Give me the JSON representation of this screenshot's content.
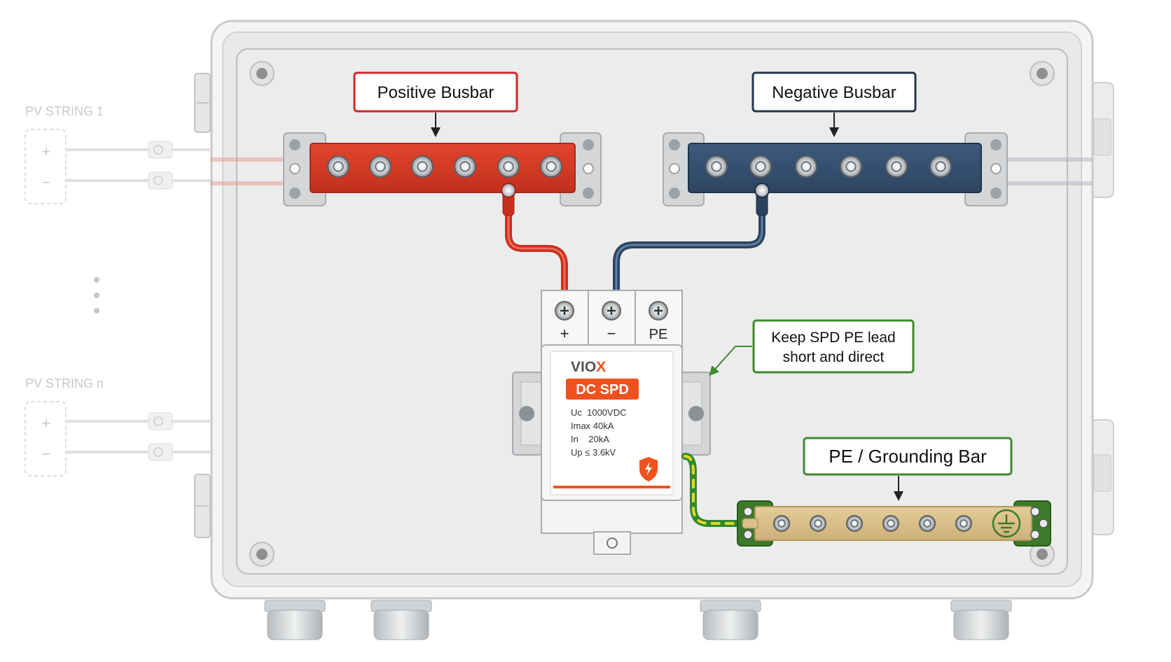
{
  "pv_strings": [
    {
      "label": "PV STRING 1",
      "plus": "+",
      "minus": "−"
    },
    {
      "label": "PV STRING n",
      "plus": "+",
      "minus": "−"
    }
  ],
  "callouts": {
    "positive_busbar": "Positive Busbar",
    "negative_busbar": "Negative Busbar",
    "pe_note_line1": "Keep SPD PE lead",
    "pe_note_line2": "short and direct",
    "ground_bar": "PE / Grounding Bar"
  },
  "spd": {
    "terminal_plus": "+",
    "terminal_minus": "−",
    "terminal_pe": "PE",
    "brand": "VIO",
    "brand_accent": "X",
    "model": "DC SPD",
    "specs": [
      "Uc  1000VDC",
      "Imax 40kA",
      "In    20kA",
      "Up ≤ 3.6kV"
    ]
  },
  "colors": {
    "positive": "#d63a24",
    "negative": "#35506f",
    "ground_bar": "#d9c08a",
    "ground_green": "#3c7a2a",
    "callout_red": "#d0262b",
    "callout_navy": "#23374d",
    "callout_green": "#3e8a2c",
    "spd_orange": "#f0521f"
  },
  "icons": [
    "positive-terminal-stud-icon",
    "negative-terminal-stud-icon",
    "ground-symbol-icon",
    "lightning-shield-icon",
    "cable-gland-icon",
    "hinge-icon",
    "mc4-connector-icon"
  ]
}
